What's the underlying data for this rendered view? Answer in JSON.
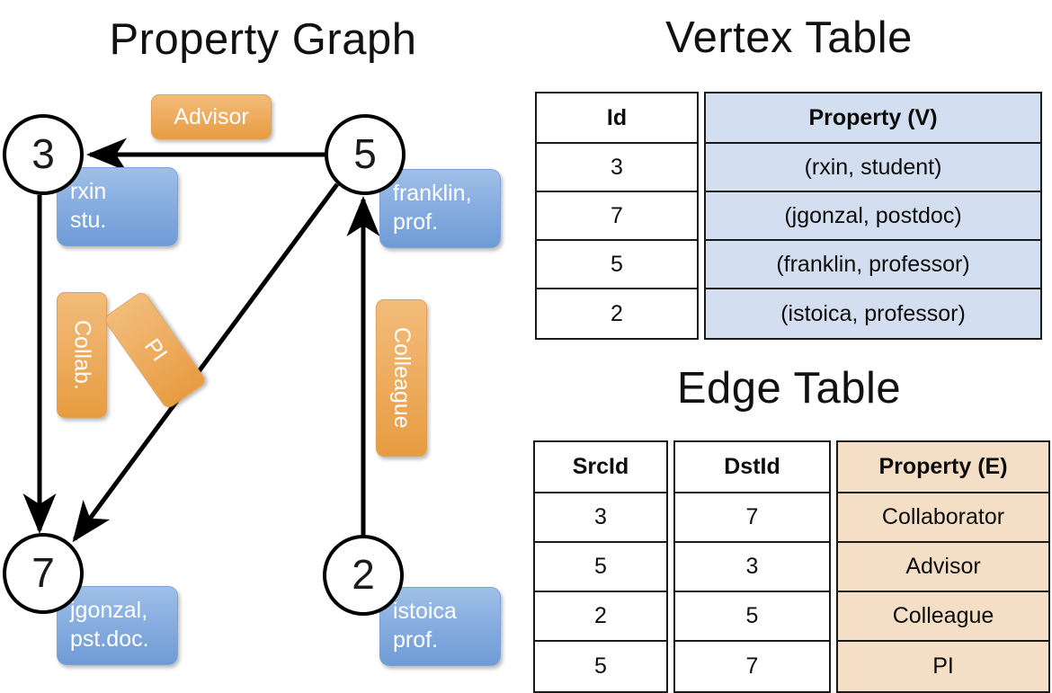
{
  "titles": {
    "property_graph": "Property Graph",
    "vertex_table": "Vertex Table",
    "edge_table": "Edge Table"
  },
  "colors": {
    "vertex_property_fill": "#d3dff1",
    "edge_property_fill": "#f5dec6",
    "node_property_box": "#88aee0",
    "edge_badge": "#eeae62",
    "stroke": "#000000",
    "background": "#ffffff"
  },
  "graph": {
    "nodes": [
      {
        "id": "3",
        "property_line1": "rxin",
        "property_line2": "stu."
      },
      {
        "id": "5",
        "property_line1": "franklin,",
        "property_line2": "prof."
      },
      {
        "id": "7",
        "property_line1": "jgonzal,",
        "property_line2": "pst.doc."
      },
      {
        "id": "2",
        "property_line1": "istoica",
        "property_line2": "prof."
      }
    ],
    "edges": [
      {
        "src": "5",
        "dst": "3",
        "label": "Advisor"
      },
      {
        "src": "3",
        "dst": "7",
        "label": "Collab."
      },
      {
        "src": "5",
        "dst": "7",
        "label": "PI"
      },
      {
        "src": "2",
        "dst": "5",
        "label": "Colleague"
      }
    ]
  },
  "vertex_table": {
    "headers": [
      "Id",
      "Property (V)"
    ],
    "rows": [
      {
        "id": "3",
        "property": "(rxin, student)"
      },
      {
        "id": "7",
        "property": "(jgonzal, postdoc)"
      },
      {
        "id": "5",
        "property": "(franklin, professor)"
      },
      {
        "id": "2",
        "property": "(istoica, professor)"
      }
    ]
  },
  "edge_table": {
    "headers": [
      "SrcId",
      "DstId",
      "Property (E)"
    ],
    "rows": [
      {
        "src": "3",
        "dst": "7",
        "property": "Collaborator"
      },
      {
        "src": "5",
        "dst": "3",
        "property": "Advisor"
      },
      {
        "src": "2",
        "dst": "5",
        "property": "Colleague"
      },
      {
        "src": "5",
        "dst": "7",
        "property": "PI"
      }
    ]
  }
}
